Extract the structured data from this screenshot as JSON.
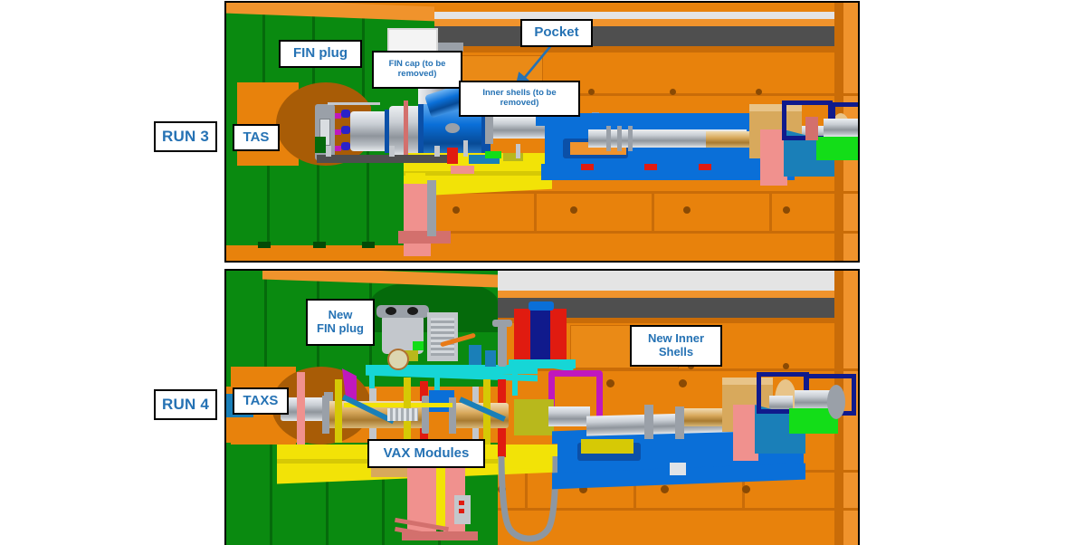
{
  "figure": {
    "type": "engineering-cad-comparison",
    "description": "Side-by-side CAD cutaway views of an accelerator interaction-region beamline shielding layout for two machine run configurations"
  },
  "colors": {
    "label_text": "#2572b4",
    "label_border": "#000000",
    "label_background": "#ffffff",
    "shield_orange": "#e8820c",
    "shield_green": "#0a8a10",
    "beam_support_blue": "#0a6fd8",
    "platform_yellow": "#f2e307",
    "beam_pipe_silver": "#c3c7cc",
    "gray_beam": "#4f4f4f"
  },
  "panels": [
    {
      "id": "run3",
      "run_label": "RUN 3",
      "callouts": [
        {
          "id": "tas",
          "text": "TAS"
        },
        {
          "id": "fin-plug",
          "text": "FIN plug"
        },
        {
          "id": "fin-cap",
          "text": "FIN cap (to be\nremoved)"
        },
        {
          "id": "pocket",
          "text": "Pocket",
          "has_arrow": true
        },
        {
          "id": "inner-shells",
          "text": "Inner shells (to be\nremoved)"
        }
      ]
    },
    {
      "id": "run4",
      "run_label": "RUN 4",
      "callouts": [
        {
          "id": "taxs",
          "text": "TAXS"
        },
        {
          "id": "new-fin-plug",
          "text": "New\nFIN plug"
        },
        {
          "id": "new-inner-shells",
          "text": "New Inner\nShells"
        },
        {
          "id": "vax-modules",
          "text": "VAX Modules"
        }
      ]
    }
  ]
}
